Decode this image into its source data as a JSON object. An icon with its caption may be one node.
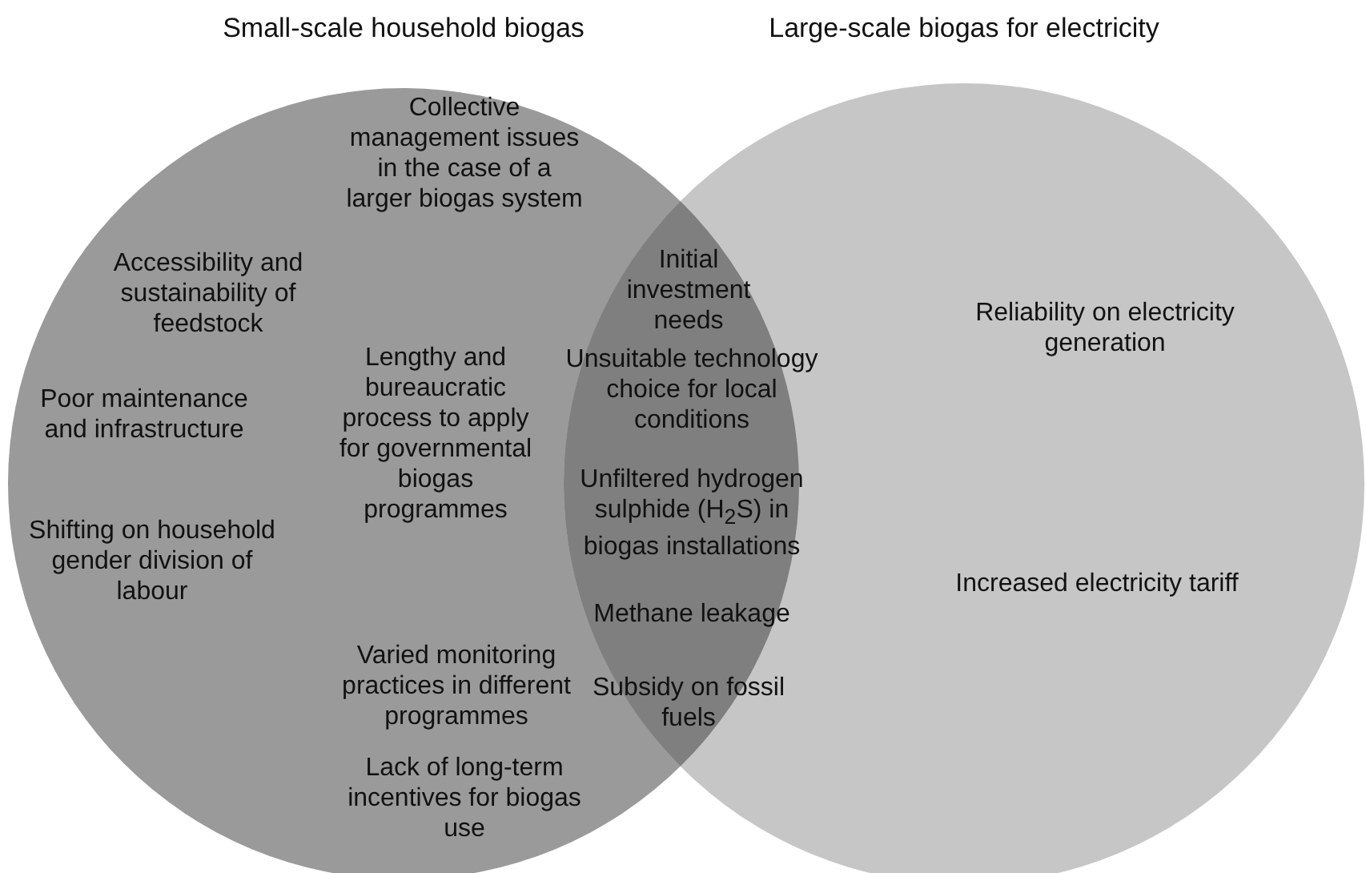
{
  "diagram": {
    "nodes": [
      {
        "text": [
          "Small-scale household biogas",
          "Collective management issues in the case of a larger biogas system",
          "Accessibility and sustainability of feedstock",
          "Lengthy and bureaucratic process to apply for governmental biogas programmes",
          "Poor maintenance and infrastructure",
          "Shifting on household gender division of labour",
          "Varied monitoring practices in different programmes",
          "Lack of long-term incentives for biogas use"
        ]
      },
      {
        "text": [
          "Large-scale biogas for electricity",
          "Reliability on electricity generation",
          "Increased electricity tariff"
        ]
      },
      {
        "text": [
          "Initial investment needs",
          "Unsuitable technology choice for local conditions",
          "Unfiltered hydrogen sulphide (H$_{2}$S) in biogas installations",
          "Methane leakage",
          "Subsidy on fossil fuels"
        ]
      }
    ]
  }
}
